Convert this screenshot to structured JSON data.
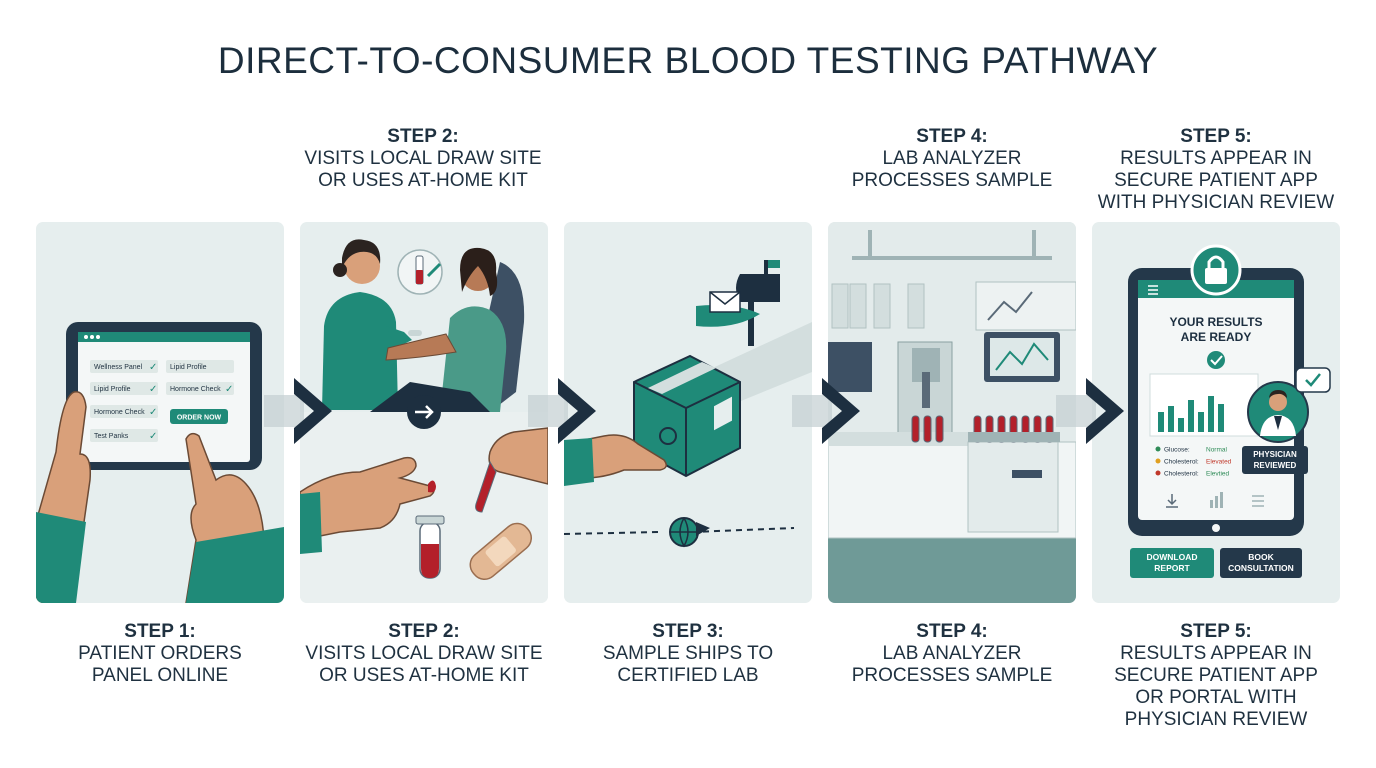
{
  "title": "DIRECT-TO-CONSUMER BLOOD TESTING PATHWAY",
  "top_captions": [
    {
      "step": "STEP 2:",
      "lines": [
        "VISITS LOCAL DRAW SITE",
        "OR USES AT-HOME KIT"
      ]
    },
    {
      "step": "STEP 4:",
      "lines": [
        "LAB ANALYZER",
        "PROCESSES SAMPLE"
      ]
    },
    {
      "step": "STEP 5:",
      "lines": [
        "RESULTS APPEAR IN",
        "SECURE PATIENT APP",
        "WITH PHYSICIAN REVIEW"
      ]
    }
  ],
  "bottom_captions": [
    {
      "step": "STEP 1:",
      "lines": [
        "PATIENT ORDERS",
        "PANEL ONLINE"
      ]
    },
    {
      "step": "STEP 2:",
      "lines": [
        "VISITS LOCAL DRAW SITE",
        "OR USES AT-HOME KIT"
      ]
    },
    {
      "step": "STEP 3:",
      "lines": [
        "SAMPLE SHIPS TO",
        "CERTIFIED LAB"
      ]
    },
    {
      "step": "STEP 4:",
      "lines": [
        "LAB ANALYZER",
        "PROCESSES SAMPLE"
      ]
    },
    {
      "step": "STEP 5:",
      "lines": [
        "RESULTS APPEAR IN",
        "SECURE PATIENT APP",
        "OR PORTAL WITH",
        "PHYSICIAN REVIEW"
      ]
    }
  ],
  "tablet": {
    "panels": [
      "Wellness Panel",
      "Lipid Profile",
      "Lipid Profile",
      "Hormone Check",
      "Hormone Check",
      "Test Panks"
    ],
    "order_button": "ORDER NOW"
  },
  "results_app": {
    "heading_line1": "YOUR RESULTS",
    "heading_line2": "ARE READY",
    "rows": [
      {
        "label": "Glucose:",
        "status": "Normal",
        "dot": "#2e8b57"
      },
      {
        "label": "Cholesterol:",
        "status": "Elevated",
        "dot": "#e0a020"
      },
      {
        "label": "Cholesterol:",
        "status": "Elevtied",
        "dot": "#c0392b"
      }
    ],
    "badge_line1": "PHYSICIAN",
    "badge_line2": "REVIEWED",
    "download_button_line1": "DOWNLOAD",
    "download_button_line2": "REPORT",
    "book_button_line1": "BOOK",
    "book_button_line2": "CONSULTATION"
  },
  "icons": {
    "step1": "tablet-ordering-icon",
    "step2": "blood-draw-icon",
    "step3": "shipping-box-icon",
    "step4": "lab-analyzer-icon",
    "step5": "patient-app-icon",
    "connector": "chevron-right-icon"
  },
  "colors": {
    "teal": "#1f8a78",
    "navy": "#1d2f40",
    "panel_bg": "#e6eeee",
    "skin": "#d9a07a",
    "blood": "#b3202a"
  }
}
